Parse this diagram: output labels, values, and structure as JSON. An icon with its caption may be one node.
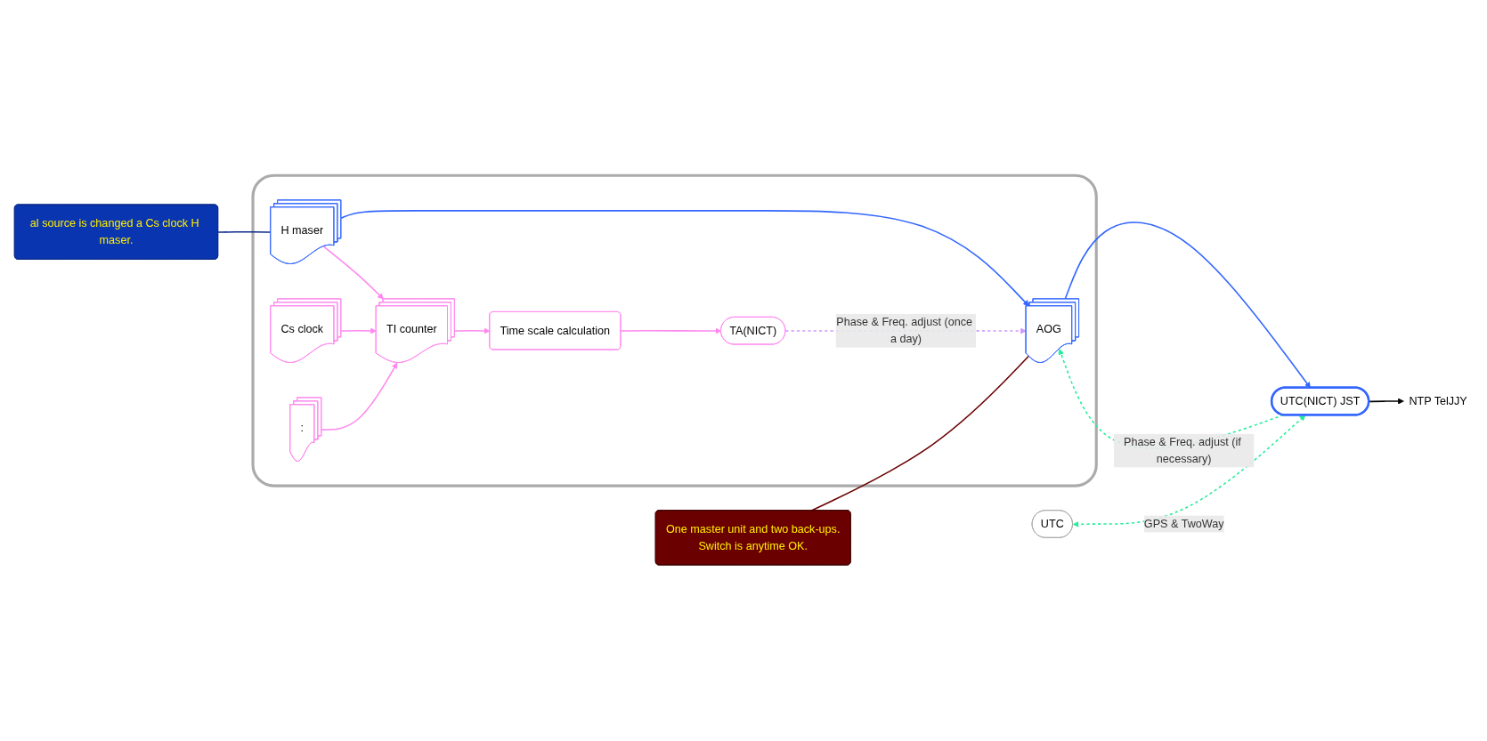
{
  "diagram": {
    "nodes": [
      {
        "text": [],
        "shape": "box"
      },
      {
        "text": [
          "al source is changed a Cs clock H maser."
        ]
      },
      {
        "text": [
          "One master unit and two back-ups.",
          "Switch is anytime OK."
        ]
      },
      {
        "text": [
          "UTC"
        ]
      },
      {
        "text": [
          "H maser"
        ],
        "in": 0
      },
      {
        "text": [
          "AOG"
        ],
        "in": 0
      },
      {
        "text": [
          "UTC(NICT) JST"
        ]
      },
      {
        "text": [
          "Cs clock"
        ],
        "in": 0
      },
      {
        "text": [
          ":"
        ],
        "in": 0
      },
      {
        "text": [
          "TI counter"
        ],
        "in": 0
      },
      {
        "text": [
          "Time scale calculation"
        ],
        "in": 0
      },
      {
        "text": [
          "TA(NICT)"
        ],
        "in": 0
      },
      {
        "text": [
          "NTP TelJJY"
        ]
      }
    ],
    "edges": [
      {
        "from": 1,
        "to": 4,
        "arrow": "none",
        "color": "#0a2a8a"
      },
      {
        "from": 2,
        "to": 5,
        "arrow": "none",
        "color": "#6a0000"
      },
      {
        "from": 4,
        "to": 5,
        "arrow": "to",
        "color": "#3366ff"
      },
      {
        "from": 5,
        "to": 6,
        "arrow": "to",
        "color": "#3366ff"
      },
      {
        "from": 3,
        "to": 6,
        "arrow": "both",
        "label": "GPS & TwoWay",
        "style": "dashed",
        "color": "#22ee99"
      },
      {
        "from": 6,
        "to": 5,
        "arrow": "to",
        "label": "Phase & Freq. adjust (if necessary)",
        "style": "dashed",
        "color": "#22ee99"
      },
      {
        "from": 4,
        "to": 9,
        "arrow": "to",
        "color": "#ff88ee"
      },
      {
        "from": 7,
        "to": 9,
        "arrow": "to",
        "color": "#ff88ee"
      },
      {
        "from": 8,
        "to": 9,
        "arrow": "to",
        "color": "#ff88ee"
      },
      {
        "from": 9,
        "to": 10,
        "arrow": "to",
        "color": "#ff88ee"
      },
      {
        "from": 10,
        "to": 11,
        "arrow": "to",
        "color": "#ff88ee"
      },
      {
        "from": 11,
        "to": 5,
        "arrow": "to",
        "label": "Phase & Freq. adjust (once a day)",
        "style": "dashed",
        "color": "#cc99ff"
      },
      {
        "from": 6,
        "to": 12,
        "arrow": "to",
        "color": "#000000"
      }
    ]
  }
}
